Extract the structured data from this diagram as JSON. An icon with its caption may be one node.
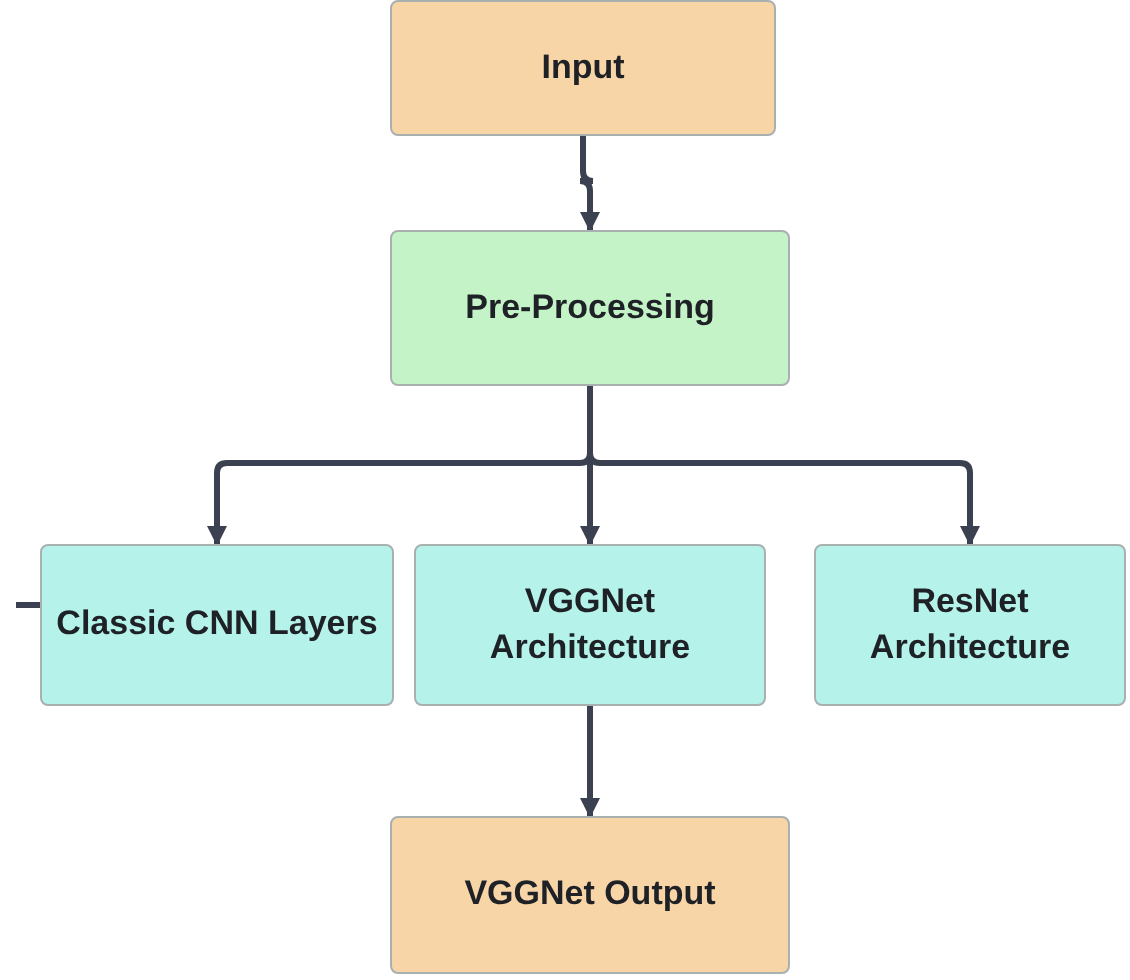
{
  "diagram": {
    "nodes": [
      {
        "text": [
          "Input"
        ]
      },
      {
        "text": [
          "Pre-Processing"
        ]
      },
      {
        "text": [
          "Classic CNN Layers"
        ]
      },
      {
        "text": [
          "VGGNet Architecture"
        ]
      },
      {
        "text": [
          "ResNet Architecture"
        ]
      },
      {
        "text": [
          "VGGNet Output"
        ]
      }
    ],
    "edges": [
      {
        "from": 0,
        "to": 1,
        "arrow": "to"
      },
      {
        "from": 1,
        "to": 2,
        "arrow": "to"
      },
      {
        "from": 1,
        "to": 3,
        "arrow": "to"
      },
      {
        "from": 1,
        "to": 4,
        "arrow": "to"
      },
      {
        "from": 3,
        "to": 5,
        "arrow": "to"
      },
      {
        "from": null,
        "to": 2,
        "arrow": "none"
      }
    ]
  }
}
